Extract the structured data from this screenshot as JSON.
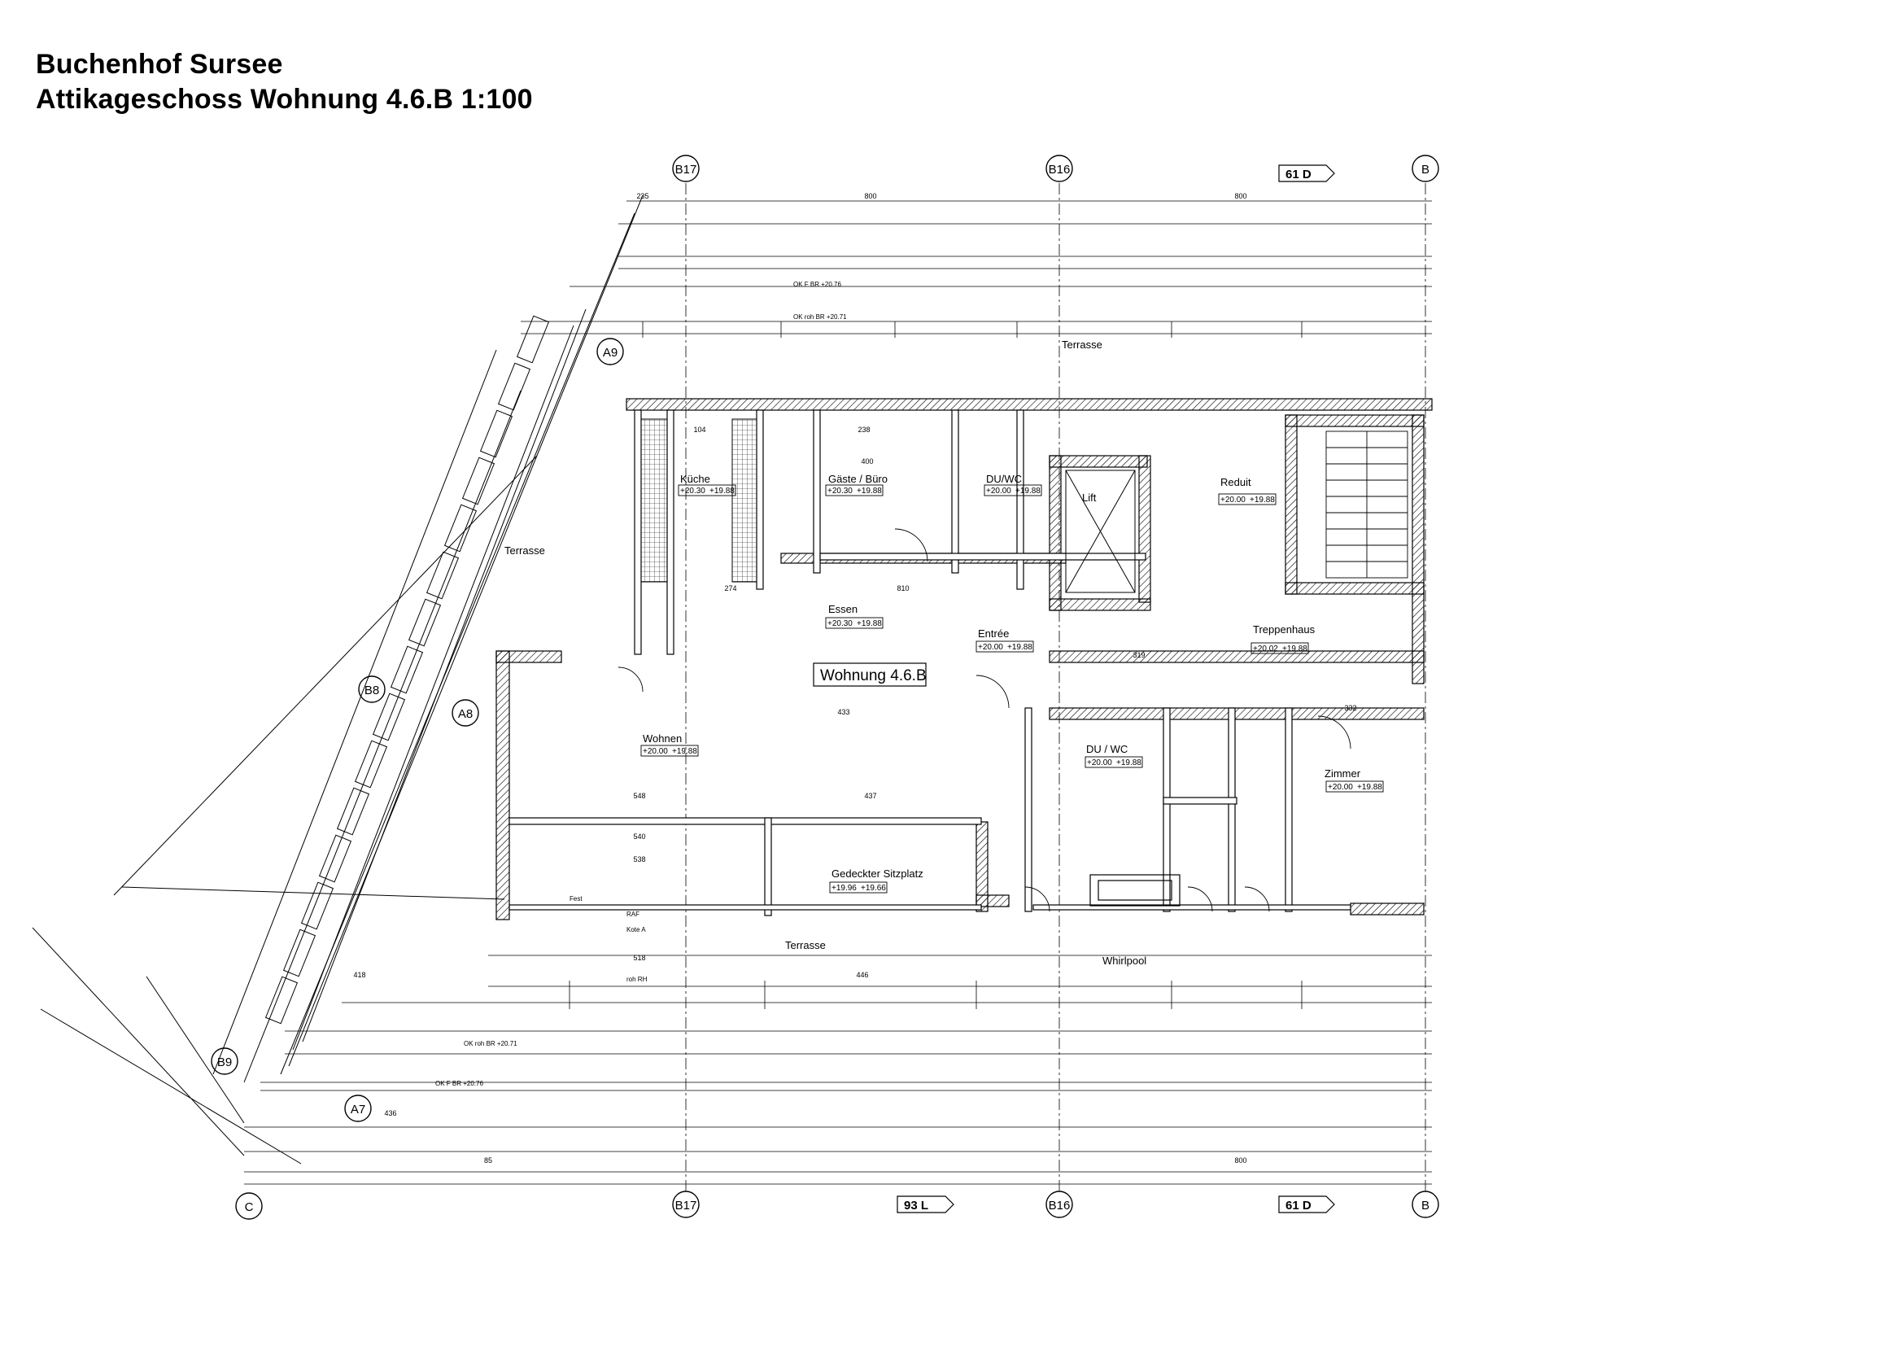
{
  "title": {
    "line1": "Buchenhof Sursee",
    "line2": "Attikageschoss Wohnung 4.6.B   1:100"
  },
  "plan": {
    "apartment_label": "Wohnung 4.6.B",
    "axes": {
      "b17": "B17",
      "b16": "B16",
      "b15": "B",
      "b8": "B8",
      "b9": "B9",
      "a9": "A9",
      "a8": "A8",
      "a7": "A7",
      "c": "C"
    },
    "section_markers": {
      "top": "61 D",
      "bottom_left": "93 L",
      "bottom_right": "61 D"
    },
    "rooms": {
      "kueche": "Küche",
      "gaeste": "Gäste / Büro",
      "duwc1": "DU/WC",
      "lift": "Lift",
      "reduit": "Reduit",
      "essen": "Essen",
      "entree": "Entrée",
      "treppenhaus": "Treppenhaus",
      "wohnen": "Wohnen",
      "duwc2": "DU / WC",
      "zimmer": "Zimmer",
      "sitzplatz": "Gedeckter Sitzplatz",
      "terrasse_left": "Terrasse",
      "terrasse_top": "Terrasse",
      "terrasse_bottom": "Terrasse",
      "whirlpool": "Whirlpool"
    },
    "levels": {
      "kueche": [
        "+20.30",
        "+19.88"
      ],
      "gaeste": [
        "+20.30",
        "+19.88"
      ],
      "duwc1": [
        "+20.00",
        "+19.88"
      ],
      "reduit": [
        "+20.00",
        "+19.88"
      ],
      "essen": [
        "+20.30",
        "+19.88"
      ],
      "entree": [
        "+20.00",
        "+19.88"
      ],
      "treppenhaus": [
        "+20.02",
        "+19.88"
      ],
      "wohnen": [
        "+20.00",
        "+19.88"
      ],
      "duwc2": [
        "+20.00",
        "+19.88"
      ],
      "zimmer": [
        "+20.00",
        "+19.88"
      ],
      "sitzplatz": [
        "+19.96",
        "+19.66"
      ]
    },
    "dims": {
      "top_235": "235",
      "top_800a": "800",
      "top_800b": "800",
      "bot_85": "85",
      "bot_800": "800",
      "d400": "400",
      "d433": "433",
      "d437": "437",
      "d540": "540",
      "d538": "538",
      "d548": "548",
      "d518": "518",
      "d446": "446",
      "d319": "319",
      "d810": "810",
      "d274": "274",
      "d238": "238",
      "d104": "104",
      "d418": "418",
      "d436": "436",
      "d332": "332"
    },
    "annotations": {
      "okfbr_top": "OK F BR +20.76",
      "okroh_top": "OK roh BR +20.71",
      "okroh_bot": "OK roh BR +20.71",
      "okfbr_bot": "OK F BR +20.76",
      "kote_a": "Kote A",
      "raf": "RAF",
      "rohrh": "roh RH",
      "fest": "Fest"
    }
  }
}
